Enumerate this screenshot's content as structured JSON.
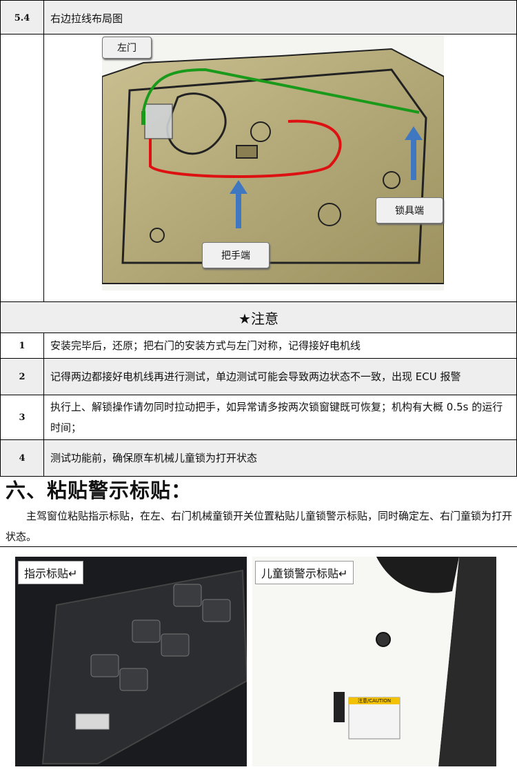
{
  "section": {
    "number": "5.4",
    "title": "右边拉线布局图"
  },
  "figure": {
    "labels": {
      "left_door": "左门",
      "lock_end": "锁具端",
      "handle_end": "把手端"
    },
    "colors": {
      "panel": "#b8ad7e",
      "panel_dark": "#8a7f52",
      "green_line": "#1a9a1a",
      "red_line": "#dd1111",
      "arrow": "#3f78c0"
    }
  },
  "notes": {
    "header": "★注意",
    "items": [
      {
        "num": "1",
        "text": "安装完毕后，还原；把右门的安装方式与左门对称，记得接好电机线"
      },
      {
        "num": "2",
        "text": "记得两边都接好电机线再进行测试，单边测试可能会导致两边状态不一致，出现 ECU 报警"
      },
      {
        "num": "3",
        "text": "执行上、解锁操作请勿同时拉动把手，如异常请多按两次锁窗键既可恢复；机构有大概 0.5s 的运行时间；"
      },
      {
        "num": "4",
        "text": "测试功能前，确保原车机械儿童锁为打开状态"
      }
    ]
  },
  "heading6": "六、粘贴警示标贴：",
  "paragraph": "主驾窗位粘贴指示标贴，在左、右门机械童锁开关位置粘贴儿童锁警示标贴，同时确定左、右门童锁为打开状态。",
  "photos": {
    "left_label": "指示标贴↵",
    "right_label": "儿童锁警示标贴↵",
    "caution_sticker": "注意/CAUTION"
  }
}
